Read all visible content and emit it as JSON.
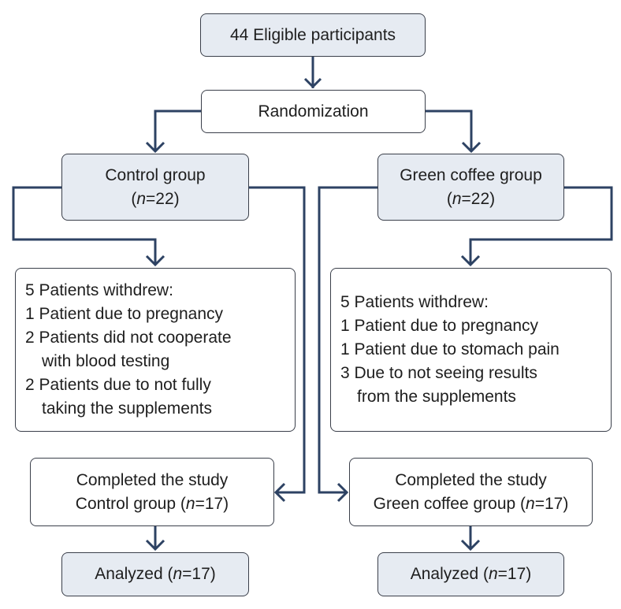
{
  "eligible": {
    "text": "44 Eligible participants"
  },
  "randomization": {
    "text": "Randomization"
  },
  "control_group": {
    "title": "Control group",
    "n_prefix": "(",
    "n_italic": "n",
    "n_suffix": "=22)"
  },
  "green_group": {
    "title": "Green coffee group",
    "n_prefix": "(",
    "n_italic": "n",
    "n_suffix": "=22)"
  },
  "control_withdrawn": {
    "lines": [
      "5 Patients withdrew:",
      "1 Patient due to pregnancy",
      "2 Patients did not cooperate",
      "with blood testing",
      "2 Patients due to not fully",
      "taking the supplements"
    ]
  },
  "green_withdrawn": {
    "lines": [
      "5 Patients withdrew:",
      "1 Patient due to pregnancy",
      "1 Patient due to stomach pain",
      "3 Due to not seeing results",
      "from the supplements"
    ]
  },
  "control_completed": {
    "line1": "Completed the study",
    "line2_prefix": "Control group (",
    "line2_italic": "n",
    "line2_suffix": "=17)"
  },
  "green_completed": {
    "line1": "Completed the study",
    "line2_prefix": "Green coffee group (",
    "line2_italic": "n",
    "line2_suffix": "=17)"
  },
  "control_analyzed": {
    "prefix": "Analyzed (",
    "italic": "n",
    "suffix": "=17)"
  },
  "green_analyzed": {
    "prefix": "Analyzed (",
    "italic": "n",
    "suffix": "=17)"
  },
  "colors": {
    "connector": "#2d4263",
    "box_fill_shaded": "#e6ebf2",
    "box_border": "#3a3f4a"
  }
}
